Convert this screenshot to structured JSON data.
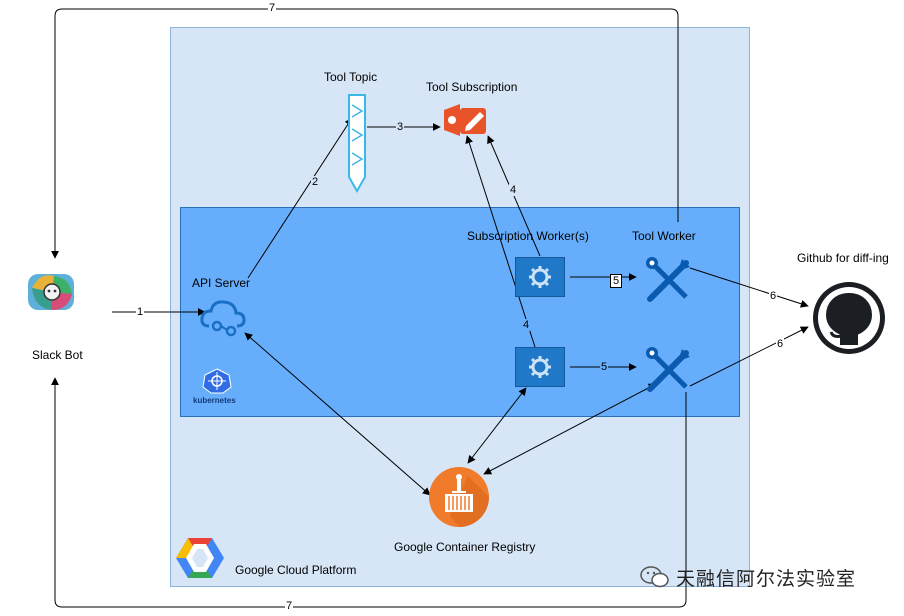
{
  "nodes": {
    "slack_bot": "Slack Bot",
    "api_server": "API Server",
    "tool_topic": "Tool Topic",
    "tool_subscription": "Tool Subscription",
    "subscription_workers": "Subscription Worker(s)",
    "tool_worker": "Tool Worker",
    "github": "Github for diff-ing",
    "container_registry": "Google Container Registry",
    "gcp": "Google Cloud Platform",
    "kubernetes": "kubernetes"
  },
  "edges": {
    "e1": "1",
    "e2": "2",
    "e3": "3",
    "e4a": "4",
    "e4b": "4",
    "e5a": "5",
    "e5b": "5",
    "e6a": "6",
    "e6b": "6",
    "e7a": "7",
    "e7b": "7"
  },
  "watermark": "天融信阿尔法实验室",
  "colors": {
    "gcp_background": "#d6e6f7",
    "cluster_background": "#66aefb",
    "worker_box": "#1f78c8",
    "registry_orange": "#f07b2a",
    "subscription_orange": "#e8532a",
    "topic_blue": "#3bb8e8"
  }
}
